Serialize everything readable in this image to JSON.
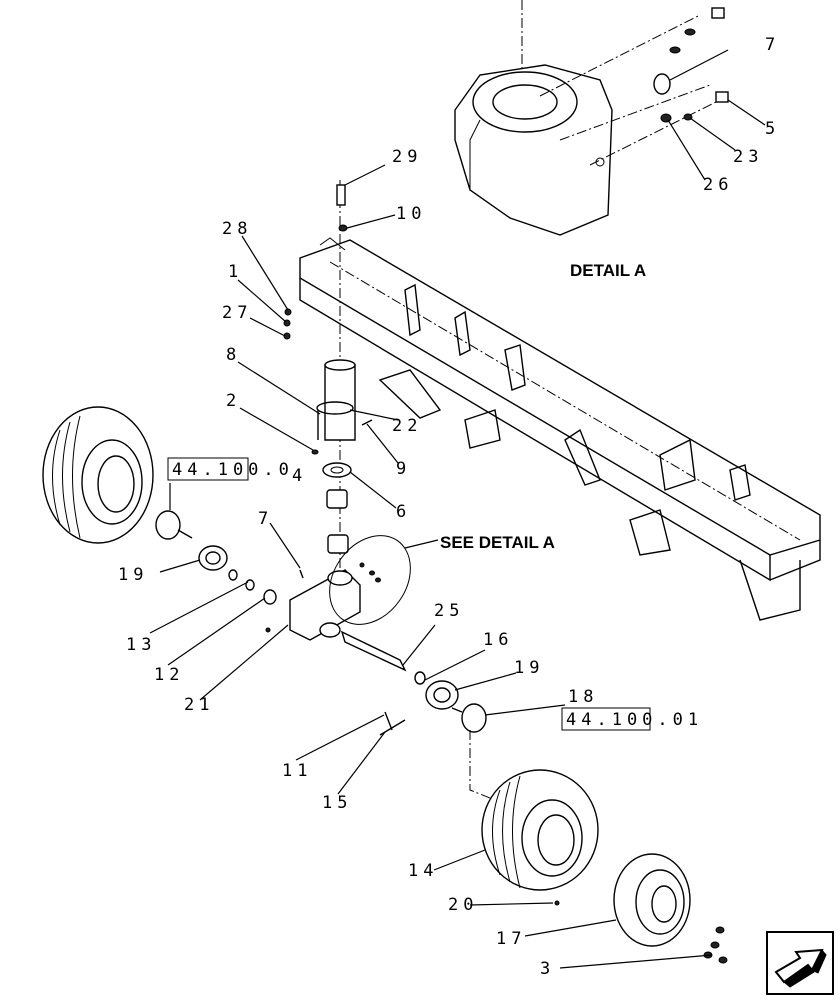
{
  "diagram": {
    "detail_heading": "DETAIL A",
    "see_detail_label": "SEE DETAIL A",
    "references": [
      "44.100.0",
      "44.100.01"
    ],
    "callouts": {
      "c1": "1",
      "c2": "2",
      "c3": "3",
      "c4": "4",
      "c5": "5",
      "c6": "6",
      "c7a": "7",
      "c7b": "7",
      "c8": "8",
      "c9": "9",
      "c10": "10",
      "c11": "11",
      "c12": "12",
      "c13": "13",
      "c14": "14",
      "c15": "15",
      "c16": "16",
      "c17": "17",
      "c18": "18",
      "c19a": "19",
      "c19b": "19",
      "c20": "20",
      "c21": "21",
      "c22": "22",
      "c23": "23",
      "c25": "25",
      "c26": "26",
      "c27": "27",
      "c28": "28",
      "c29": "29"
    },
    "nav": {
      "icon": "next-page-arrow-icon"
    }
  }
}
